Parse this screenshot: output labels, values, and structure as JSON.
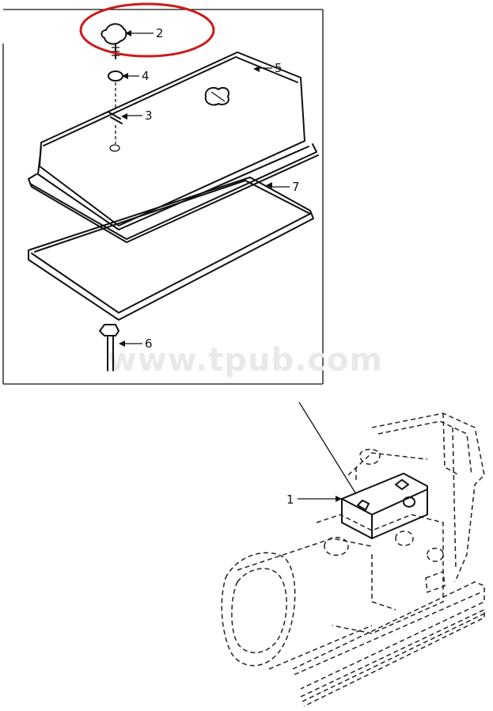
{
  "callouts": {
    "c1": "1",
    "c2": "2",
    "c3": "3",
    "c4": "4",
    "c5": "5",
    "c6": "6",
    "c7": "7"
  },
  "watermark": "www.tpub.com",
  "colors": {
    "line": "#111111",
    "highlight_circle": "#cc1a1a",
    "watermark": "#e9e9e9",
    "background": "#ffffff"
  }
}
